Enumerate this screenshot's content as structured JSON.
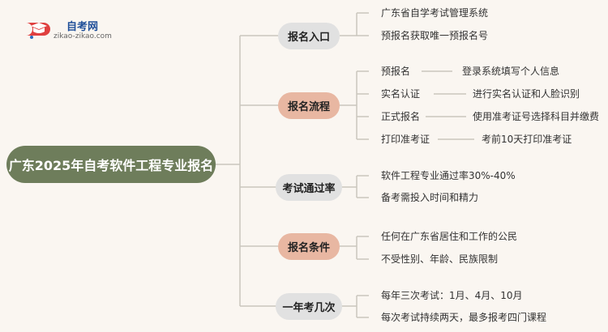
{
  "logo": {
    "brand": "自考网",
    "domain": "zikao-zikao.com"
  },
  "root": {
    "label": "广东2025年自考软件工程专业报名"
  },
  "branches": [
    {
      "label": "报名入口",
      "leaves": [
        "广东省自学考试管理系统",
        "预报名获取唯一预报名号"
      ]
    },
    {
      "label": "报名流程",
      "steps": [
        {
          "name": "预报名",
          "desc": "登录系统填写个人信息"
        },
        {
          "name": "实名认证",
          "desc": "进行实名认证和人脸识别"
        },
        {
          "name": "正式报名",
          "desc": "使用准考证号选择科目并缴费"
        },
        {
          "name": "打印准考证",
          "desc": "考前10天打印准考证"
        }
      ]
    },
    {
      "label": "考试通过率",
      "leaves": [
        "软件工程专业通过率30%-40%",
        "备考需投入时间和精力"
      ]
    },
    {
      "label": "报名条件",
      "leaves": [
        "任何在广东省居住和工作的公民",
        "不受性别、年龄、民族限制"
      ]
    },
    {
      "label": "一年考几次",
      "leaves": [
        "每年三次考试：1月、4月、10月",
        "每次考试持续两天，最多报考四门课程"
      ]
    }
  ],
  "colors": {
    "root": "#6e7d5b",
    "branch_gray": "#e1e1e1",
    "branch_tan": "#e8b7a2",
    "line": "#c9c6be",
    "background": "#faf6f1",
    "brand": "#1f4f99"
  }
}
